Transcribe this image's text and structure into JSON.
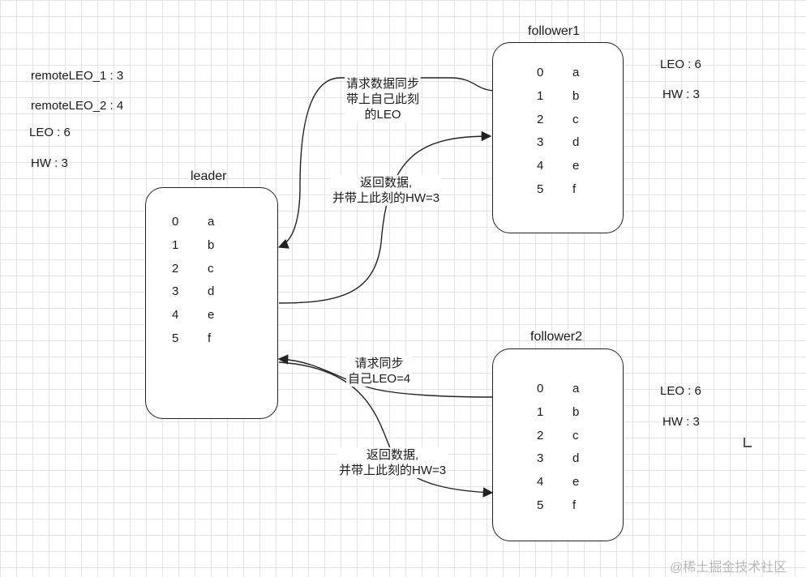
{
  "leader_stats": {
    "remote_leo_1": "remoteLEO_1 : 3",
    "remote_leo_2": "remoteLEO_2 : 4",
    "leo": "LEO  : 6",
    "hw": "HW  : 3"
  },
  "follower1_stats": {
    "leo": "LEO  : 6",
    "hw": "HW  : 3"
  },
  "follower2_stats": {
    "leo": "LEO  : 6",
    "hw": "HW  : 3"
  },
  "leader": {
    "title": "leader",
    "rows": [
      {
        "idx": "0",
        "val": "a"
      },
      {
        "idx": "1",
        "val": "b"
      },
      {
        "idx": "2",
        "val": "c"
      },
      {
        "idx": "3",
        "val": "d"
      },
      {
        "idx": "4",
        "val": "e"
      },
      {
        "idx": "5",
        "val": "f"
      }
    ]
  },
  "follower1": {
    "title": "follower1",
    "rows": [
      {
        "idx": "0",
        "val": "a"
      },
      {
        "idx": "1",
        "val": "b"
      },
      {
        "idx": "2",
        "val": "c"
      },
      {
        "idx": "3",
        "val": "d"
      },
      {
        "idx": "4",
        "val": "e"
      },
      {
        "idx": "5",
        "val": "f"
      }
    ]
  },
  "follower2": {
    "title": "follower2",
    "rows": [
      {
        "idx": "0",
        "val": "a"
      },
      {
        "idx": "1",
        "val": "b"
      },
      {
        "idx": "2",
        "val": "c"
      },
      {
        "idx": "3",
        "val": "d"
      },
      {
        "idx": "4",
        "val": "e"
      },
      {
        "idx": "5",
        "val": "f"
      }
    ]
  },
  "edges": {
    "f1_request": [
      "请求数据同步",
      "带上自己此刻",
      "的LEO"
    ],
    "f1_response": [
      "返回数据,",
      "并带上此刻的HW=3"
    ],
    "f2_request": [
      "请求同步",
      "自己LEO=4"
    ],
    "f2_response": [
      "返回数据,",
      "并带上此刻的HW=3"
    ]
  },
  "watermark": "@稀土掘金技术社区"
}
